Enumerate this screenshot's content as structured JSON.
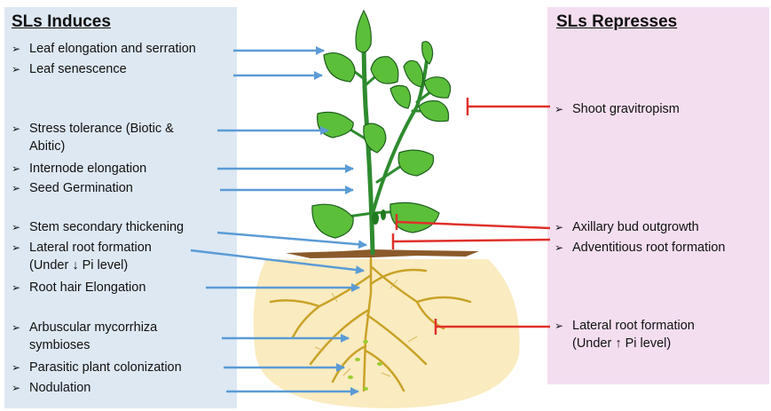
{
  "induces": {
    "title": "SLs  Induces",
    "items": [
      {
        "line1": "Leaf elongation and serration",
        "line2": ""
      },
      {
        "line1": "Leaf senescence",
        "line2": ""
      },
      {
        "line1": "Stress tolerance (Biotic &",
        "line2": "Abitic)"
      },
      {
        "line1": "Internode elongation",
        "line2": ""
      },
      {
        "line1": "Seed Germination",
        "line2": ""
      },
      {
        "line1": "Stem secondary thickening",
        "line2": ""
      },
      {
        "line1": "Lateral root formation",
        "line2": "(Under ↓ Pi level)"
      },
      {
        "line1": "Root  hair Elongation",
        "line2": ""
      },
      {
        "line1": "Arbuscular mycorrhiza",
        "line2": "symbioses"
      },
      {
        "line1": "Parasitic plant colonization",
        "line2": ""
      },
      {
        "line1": "Nodulation",
        "line2": ""
      }
    ]
  },
  "represses": {
    "title": "SLs Represses",
    "items": [
      {
        "line1": "Shoot gravitropism",
        "line2": ""
      },
      {
        "line1": "Axillary bud outgrowth",
        "line2": ""
      },
      {
        "line1": "Adventitious root formation",
        "line2": ""
      },
      {
        "line1": "Lateral root formation",
        "line2": "(Under ↑ Pi level)"
      }
    ]
  },
  "bullet_glyph": "➢",
  "colors": {
    "induces_bg": "#dde8f3",
    "represses_bg": "#f3def0",
    "induce_arrow": "#5b9bd5",
    "repress_arrow": "#e0302a",
    "leaf": "#5cbf3a",
    "stem": "#2e8b2e",
    "soil": "#faebc0",
    "root": "#c9a227"
  }
}
